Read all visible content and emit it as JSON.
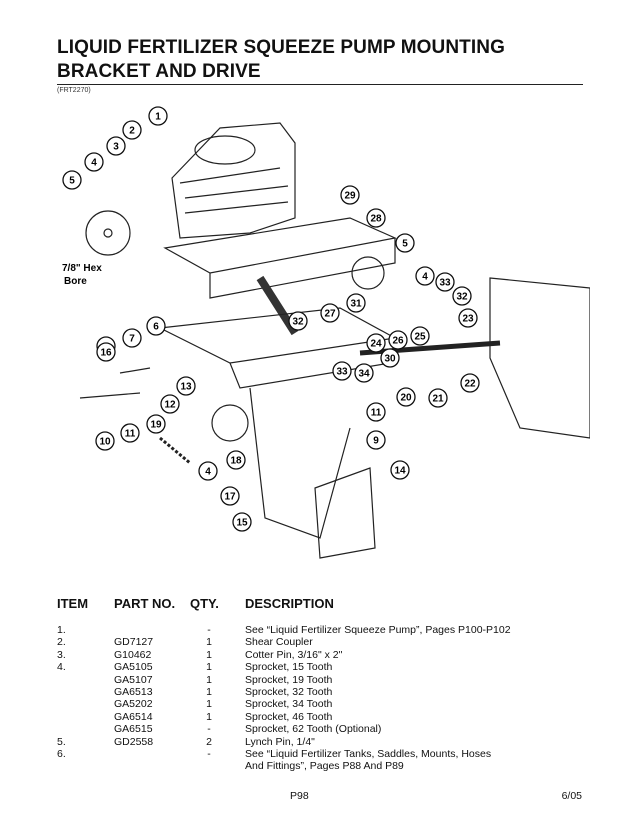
{
  "header": {
    "title_line1": "LIQUID FERTILIZER SQUEEZE PUMP MOUNTING",
    "title_line2": "BRACKET AND DRIVE",
    "figure_ref": "(FRT2270)"
  },
  "diagram": {
    "bore_note_line1": "7/8\" Hex",
    "bore_note_line2": "Bore",
    "callouts": [
      "1",
      "2",
      "3",
      "4",
      "5",
      "29",
      "28",
      "5",
      "4",
      "33",
      "32",
      "31",
      "27",
      "23",
      "25",
      "26",
      "24",
      "32",
      "6",
      "7",
      "8",
      "30",
      "34",
      "33",
      "21",
      "22",
      "13",
      "20",
      "12",
      "11",
      "19",
      "11",
      "10",
      "9",
      "18",
      "4",
      "14",
      "17",
      "15",
      "16"
    ]
  },
  "table": {
    "headers": {
      "item": "ITEM",
      "part": "PART NO.",
      "qty": "QTY.",
      "desc": "DESCRIPTION"
    },
    "rows": [
      {
        "item": "1.",
        "part": "",
        "qty": "-",
        "desc": "See “Liquid Fertilizer Squeeze Pump”, Pages P100-P102"
      },
      {
        "item": "2.",
        "part": "GD7127",
        "qty": "1",
        "desc": "Shear  Coupler"
      },
      {
        "item": "3.",
        "part": "G10462",
        "qty": "1",
        "desc": "Cotter Pin, 3/16\" x 2\""
      },
      {
        "item": "4.",
        "part": "GA5105",
        "qty": "1",
        "desc": "Sprocket, 15 Tooth"
      },
      {
        "item": "",
        "part": "GA5107",
        "qty": "1",
        "desc": "Sprocket, 19 Tooth"
      },
      {
        "item": "",
        "part": "GA6513",
        "qty": "1",
        "desc": "Sprocket, 32 Tooth"
      },
      {
        "item": "",
        "part": "GA5202",
        "qty": "1",
        "desc": "Sprocket, 34 Tooth"
      },
      {
        "item": "",
        "part": "GA6514",
        "qty": "1",
        "desc": "Sprocket, 46 Tooth"
      },
      {
        "item": "",
        "part": "GA6515",
        "qty": "-",
        "desc": "Sprocket, 62 Tooth (Optional)"
      },
      {
        "item": "5.",
        "part": "GD2558",
        "qty": "2",
        "desc": "Lynch Pin, 1/4\""
      },
      {
        "item": "6.",
        "part": "",
        "qty": "-",
        "desc": "See “Liquid Fertilizer Tanks, Saddles, Mounts, Hoses"
      },
      {
        "item": "",
        "part": "",
        "qty": "",
        "desc": "And Fittings”, Pages P88 And P89"
      }
    ]
  },
  "footer": {
    "page": "P98",
    "date": "6/05"
  }
}
